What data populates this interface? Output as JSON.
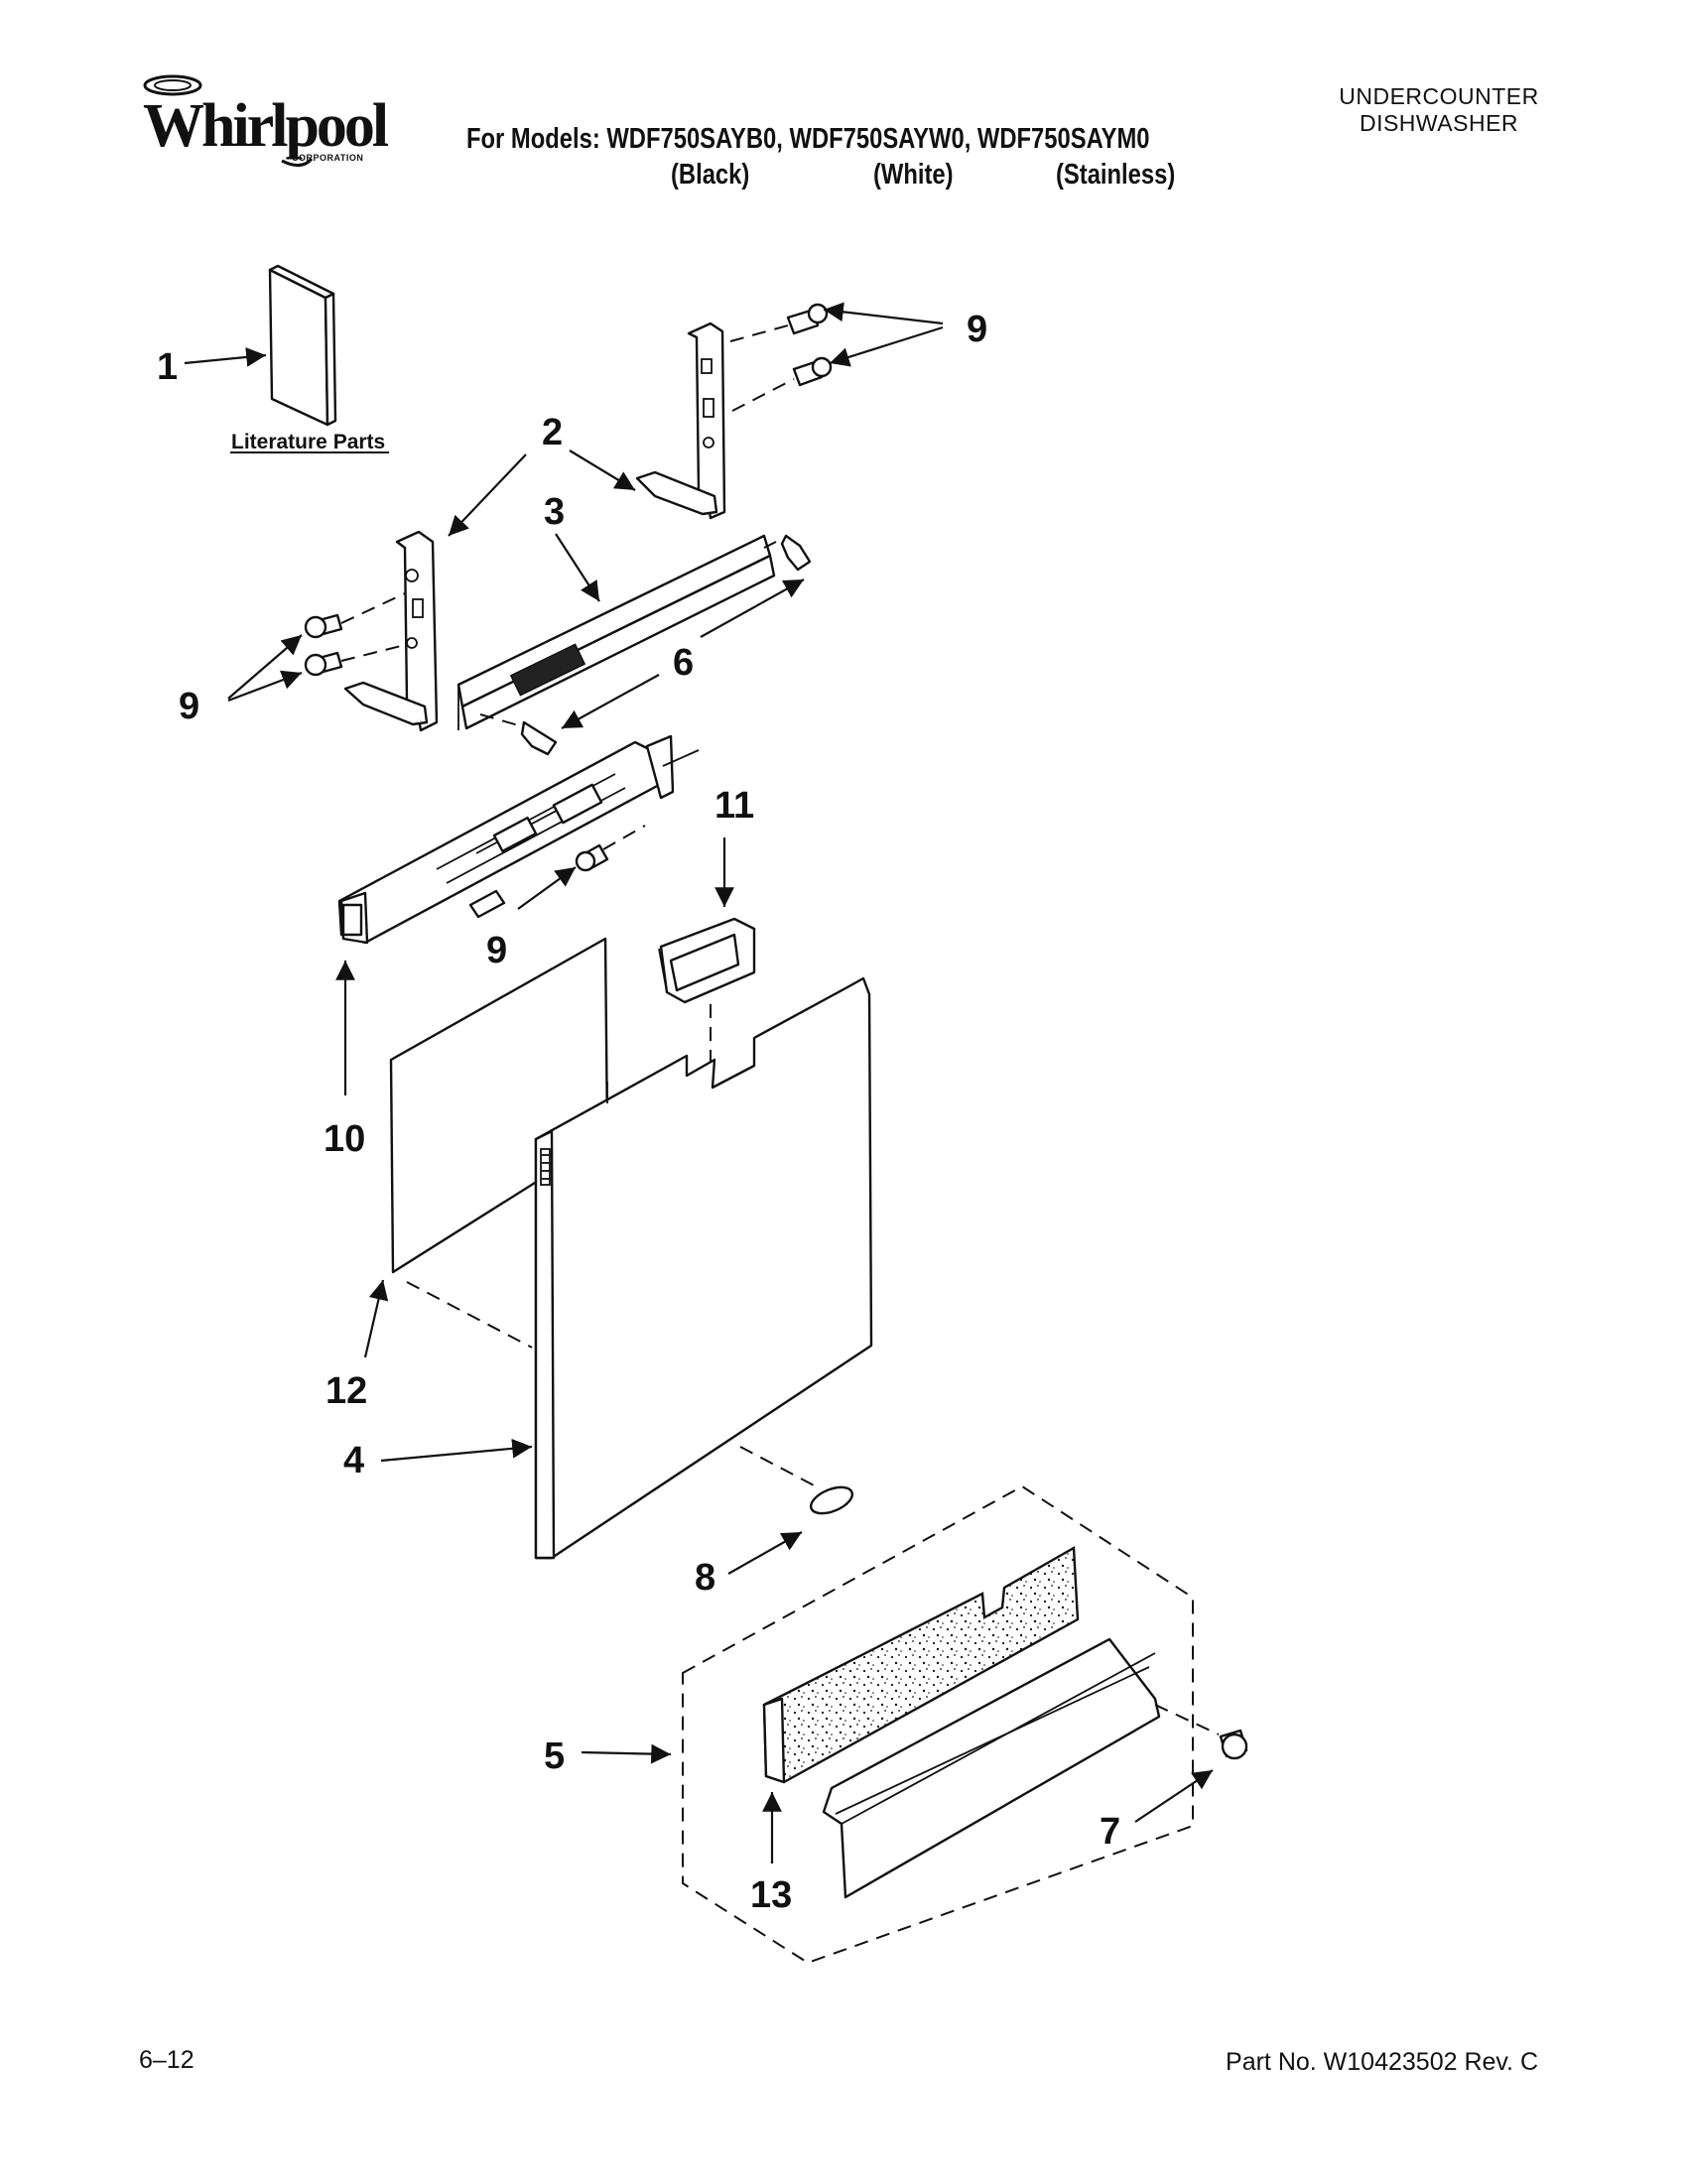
{
  "header": {
    "brand": "Whirlpool",
    "brand_sub": "CORPORATION",
    "models_line": "For Models: WDF750SAYB0, WDF750SAYW0, WDF750SAYM0",
    "colors": [
      "(Black)",
      "(White)",
      "(Stainless)"
    ],
    "product_type": [
      "UNDERCOUNTER",
      "DISHWASHER"
    ]
  },
  "diagram": {
    "literature_label": "Literature Parts",
    "callouts": {
      "c1": "1",
      "c2": "2",
      "c3": "3",
      "c4": "4",
      "c5": "5",
      "c6": "6",
      "c7": "7",
      "c8": "8",
      "c9a": "9",
      "c9b": "9",
      "c9c": "9",
      "c10": "10",
      "c11": "11",
      "c12": "12",
      "c13": "13"
    }
  },
  "footer": {
    "date_code": "6–12",
    "part_number": "Part No. W10423502 Rev. C"
  }
}
